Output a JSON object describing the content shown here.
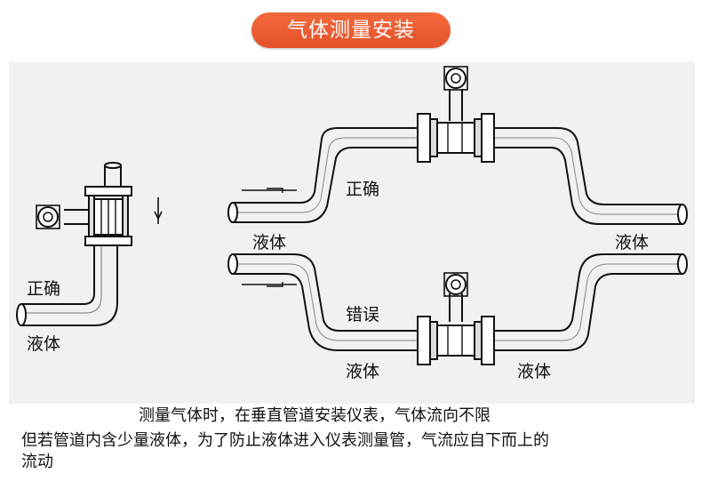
{
  "title": "气体测量安装",
  "labels": {
    "left_correct": "正确",
    "left_liquid": "液体",
    "top_correct": "正确",
    "top_liquid_left": "液体",
    "top_liquid_right": "液体",
    "bottom_wrong": "错误",
    "bottom_liquid_left": "液体",
    "bottom_liquid_right": "液体"
  },
  "notes": {
    "line1": "测量气体时，在垂直管道安装仪表，气体流向不限",
    "line2": "但若管道内含少量液体，为了防止液体进入仪表测量管，气流应自下而上的",
    "line3": "流动"
  },
  "colors": {
    "title_bg": "#e8572c",
    "panel_bg": "#f1f1f1",
    "line": "#111111"
  }
}
